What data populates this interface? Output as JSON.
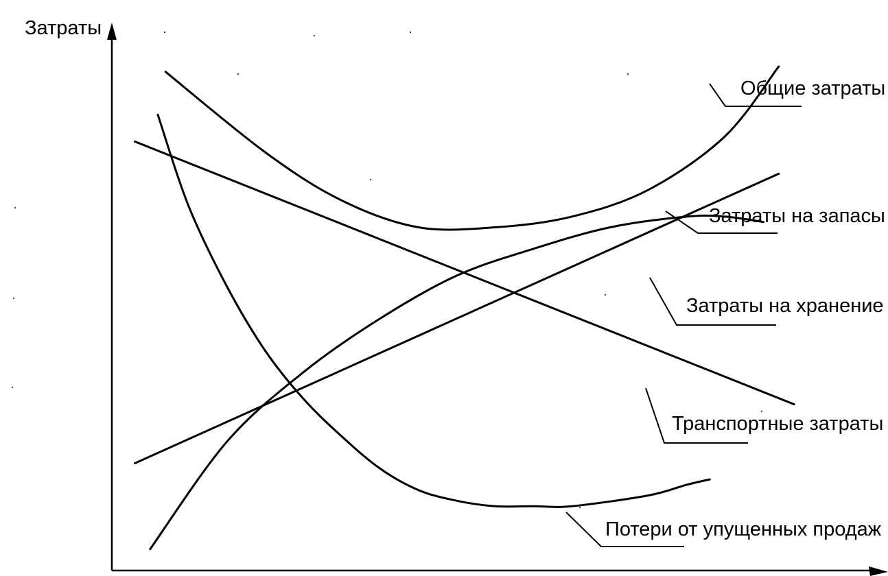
{
  "chart_data": {
    "type": "line",
    "ylabel": "Затраты",
    "xlabel": "",
    "x_range": [
      0,
      100
    ],
    "y_range": [
      0,
      100
    ],
    "grid": false,
    "legend": "inline-right",
    "series": [
      {
        "name": "Общие затраты",
        "x": [
          7,
          20,
          30,
          40,
          50,
          60,
          70,
          80,
          87
        ],
        "y": [
          93,
          78,
          69,
          64,
          64,
          66,
          71,
          81,
          94
        ]
      },
      {
        "name": "Затраты на запасы",
        "x": [
          3,
          87
        ],
        "y": [
          20,
          74
        ]
      },
      {
        "name": "Затраты на хранение",
        "x": [
          5,
          15,
          25,
          35,
          45,
          55,
          65,
          75,
          80,
          85
        ],
        "y": [
          4,
          24,
          37,
          47,
          55,
          60,
          64,
          66,
          66,
          65
        ]
      },
      {
        "name": "Транспортные затраты",
        "x": [
          3,
          89
        ],
        "y": [
          80,
          31
        ]
      },
      {
        "name": "Потери от упущенных продаж",
        "x": [
          6,
          10,
          15,
          20,
          25,
          30,
          35,
          40,
          45,
          50,
          55,
          60,
          70,
          75,
          78
        ],
        "y": [
          85,
          68,
          53,
          41,
          32,
          25,
          19,
          15,
          13,
          12,
          12,
          12,
          14,
          16,
          17
        ]
      }
    ]
  }
}
